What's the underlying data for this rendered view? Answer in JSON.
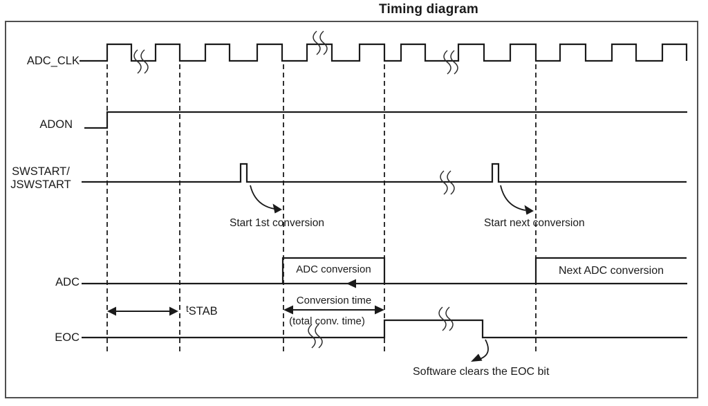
{
  "title": "Timing diagram",
  "signals": {
    "adc_clk": "ADC_CLK",
    "adon": "ADON",
    "swstart_line1": "SWSTART/",
    "swstart_line2": "JSWSTART",
    "adc": "ADC",
    "eoc": "EOC"
  },
  "annotations": {
    "start_first": "Start 1st conversion",
    "start_next": "Start next conversion",
    "adc_conversion": "ADC conversion",
    "next_adc_conversion": "Next ADC conversion",
    "conversion_time": "Conversion time",
    "total_conv_time": "(total conv. time)",
    "tstab_prefix": "t",
    "tstab_sub": "STAB",
    "software_clears": "Software clears the EOC bit"
  },
  "colors": {
    "line": "#1a1a1a",
    "break_mark": "#2b2b2b",
    "border": "#4f4f4f",
    "background": "#ffffff",
    "text": "#1a1a1a"
  }
}
